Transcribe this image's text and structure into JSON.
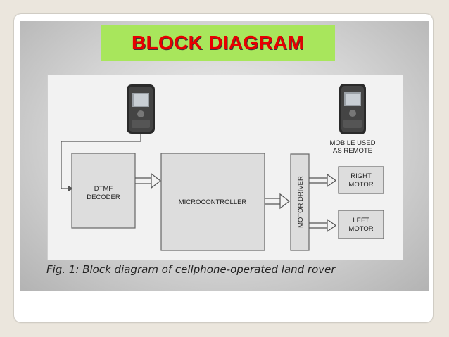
{
  "title": "BLOCK DIAGRAM",
  "diagram": {
    "dtmf_line1": "DTMF",
    "dtmf_line2": "DECODER",
    "microcontroller": "MICROCONTROLLER",
    "motor_driver": "MOTOR DRIVER",
    "right_line1": "RIGHT",
    "right_line2": "MOTOR",
    "left_line1": "LEFT",
    "left_line2": "MOTOR",
    "remote_line1": "MOBILE USED",
    "remote_line2": "AS REMOTE"
  },
  "caption": "Fig. 1: Block diagram of cellphone-operated land rover",
  "colors": {
    "title_bg": "#a8e65c",
    "title_text": "#e80000",
    "block_fill": "#dddddd",
    "block_stroke": "#666666"
  },
  "icons": [
    "mobile-phone-icon",
    "mobile-phone-icon"
  ]
}
